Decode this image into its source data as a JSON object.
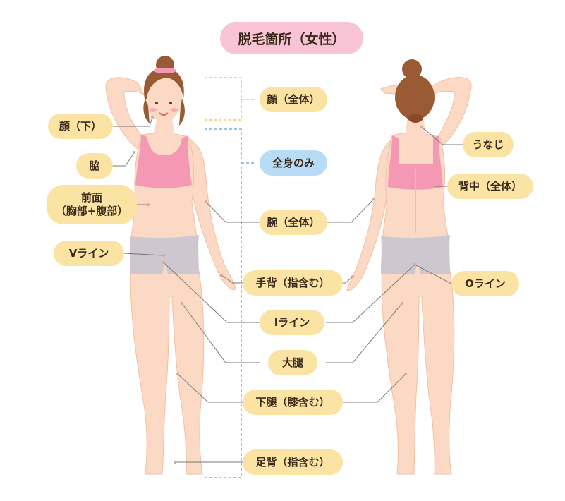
{
  "title": "脱毛箇所（女性）",
  "labels": {
    "face_lower": "顔（下）",
    "armpit": "脇",
    "front_line1": "前面",
    "front_line2": "（胸部+腹部）",
    "v_line": "Vライン",
    "face_whole": "顔（全体）",
    "full_body_only": "全身のみ",
    "arm_whole": "腕（全体）",
    "hand_back": "手背（指含む）",
    "i_line": "Iライン",
    "thigh": "大腿",
    "lower_leg": "下腿（膝含む）",
    "foot_back": "足背（指含む）",
    "nape": "うなじ",
    "back_whole": "背中（全体）",
    "o_line": "Oライン"
  },
  "colors": {
    "skin": "#fbd9c4",
    "skin_shadow": "#f2bfa3",
    "hair": "#9a5a34",
    "top": "#f598b4",
    "shorts": "#cfc7cf",
    "label_yellow": "#fbe3a4",
    "label_blue": "#b9dcf6",
    "title_pink": "#f9c3d6",
    "dash_yellow": "#f3c64a",
    "dash_blue": "#6fb3e9",
    "leader": "#777777"
  }
}
